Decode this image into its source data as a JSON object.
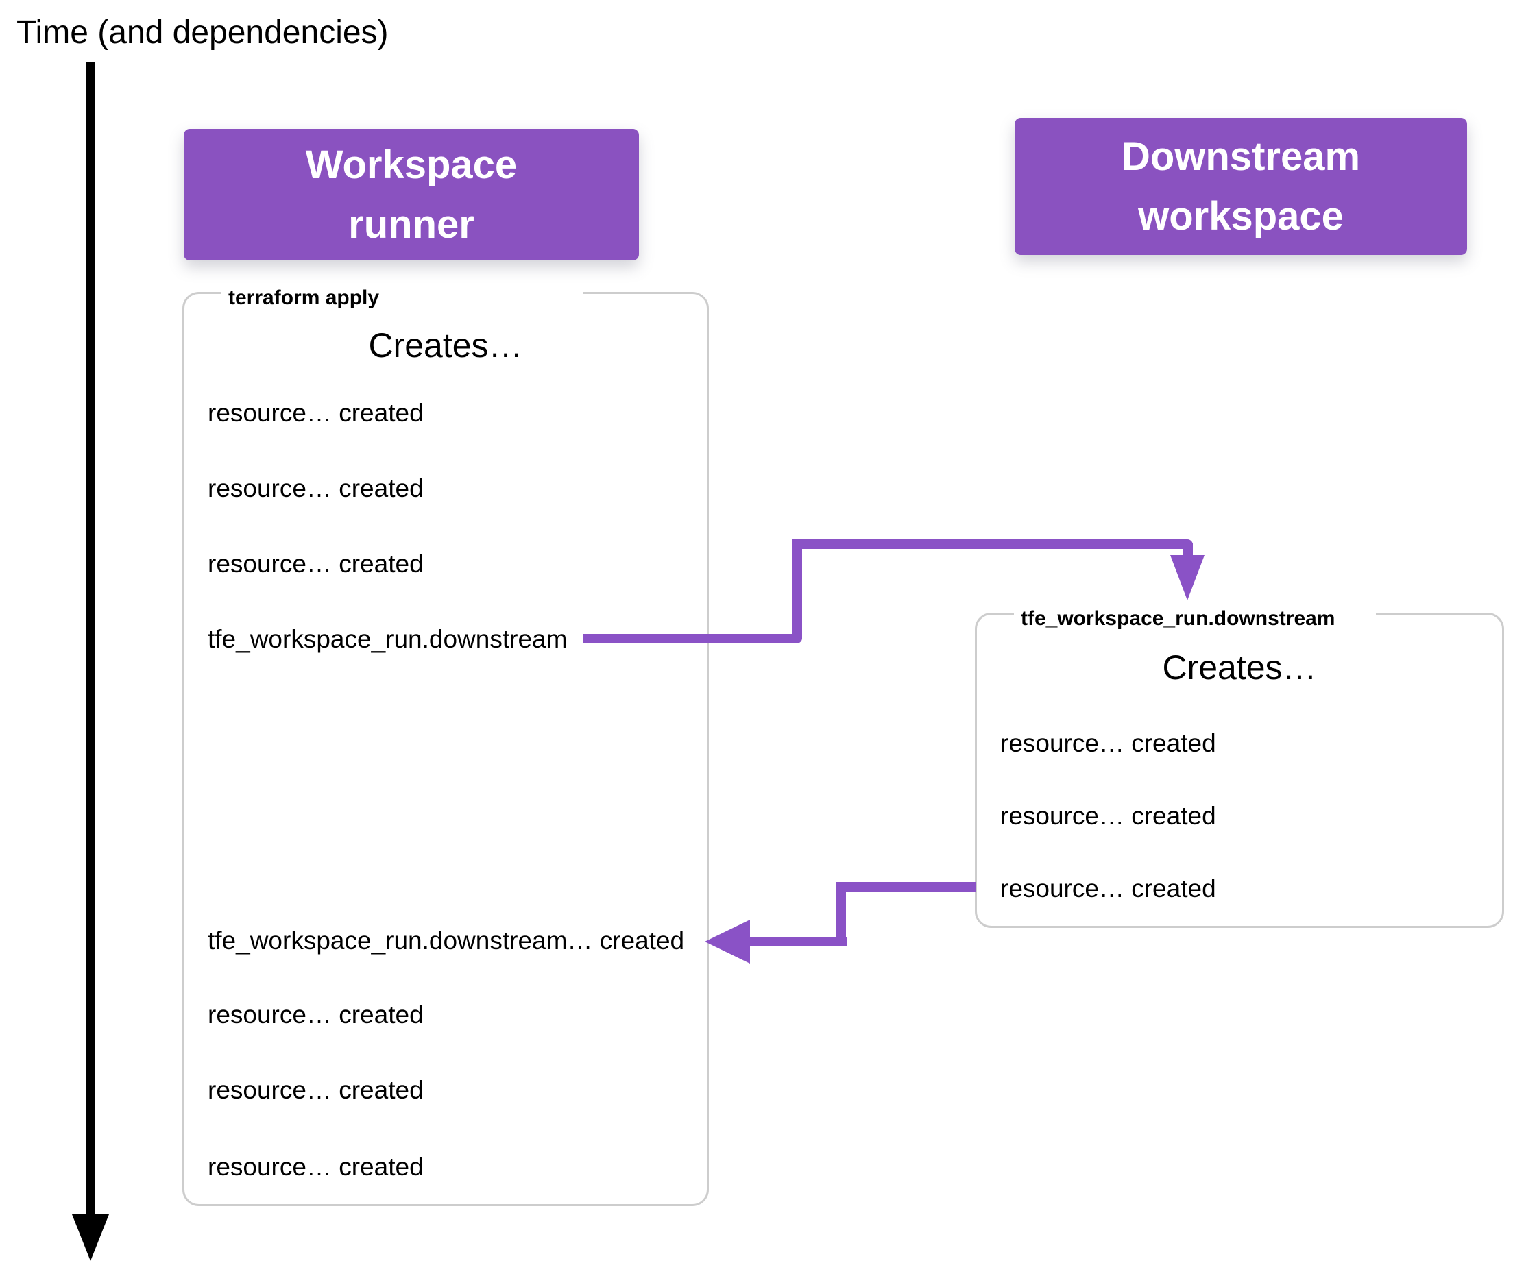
{
  "title": "Time (and dependencies)",
  "headers": {
    "runner": {
      "line1": "Workspace",
      "line2": "runner"
    },
    "downstream": {
      "line1": "Downstream",
      "line2": "workspace"
    }
  },
  "runner_panel": {
    "legend": "terraform apply",
    "heading": "Creates…",
    "rows": [
      "resource… created",
      "resource… created",
      "resource… created",
      "tfe_workspace_run.downstream",
      "tfe_workspace_run.downstream… created",
      "resource… created",
      "resource… created",
      "resource… created"
    ]
  },
  "downstream_panel": {
    "legend": "tfe_workspace_run.downstream",
    "heading": "Creates…",
    "rows": [
      "resource… created",
      "resource… created",
      "resource… created"
    ]
  },
  "connectors": {
    "to_downstream": "tfe_workspace_run.downstream triggers downstream workspace run",
    "to_runner": "downstream run completion returns to workspace runner"
  },
  "colors": {
    "header_purple": "#8a52c0",
    "connector_purple": "#8a52c6",
    "panel_border": "#cdcdcd",
    "text": "#111111"
  }
}
